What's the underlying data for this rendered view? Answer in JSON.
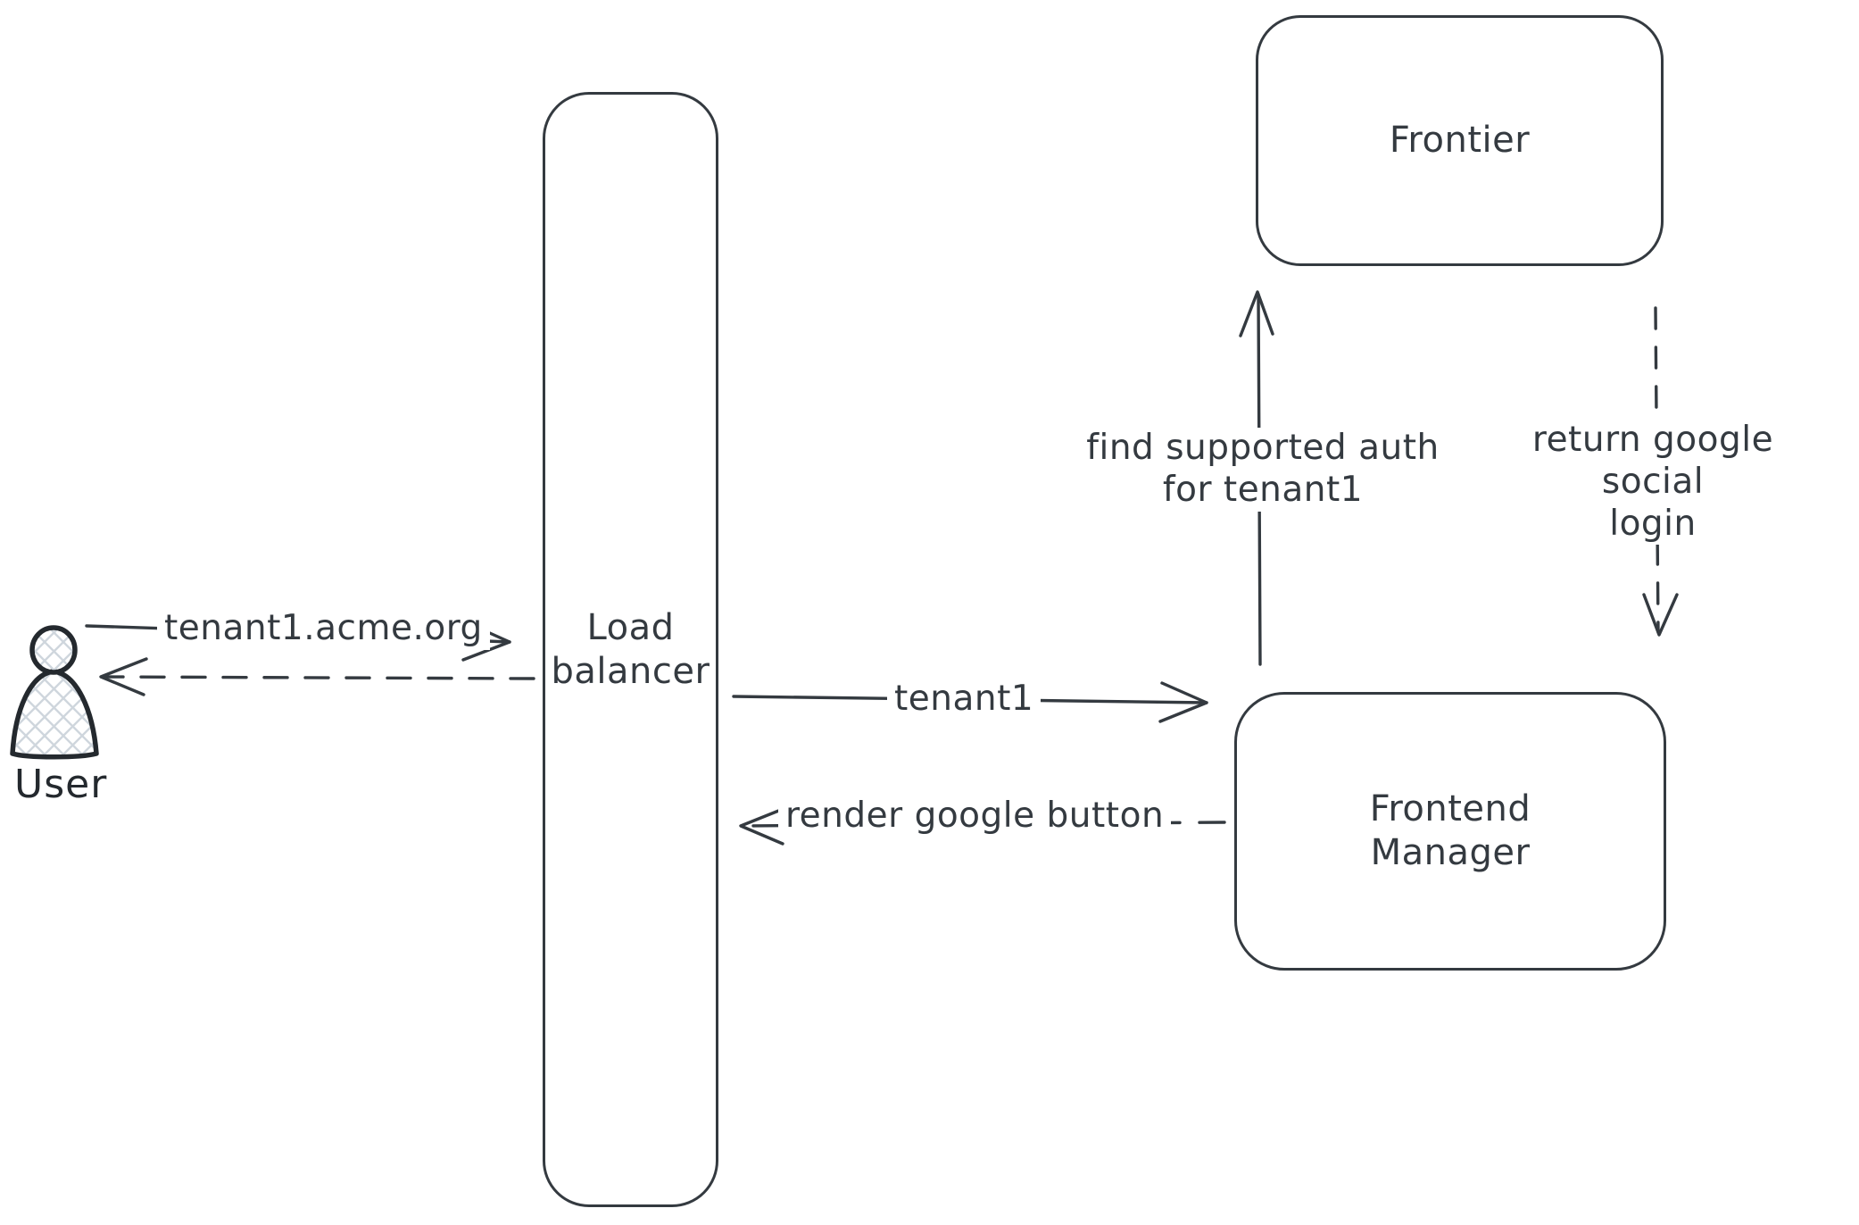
{
  "canvas": {
    "background": "#ffffff",
    "stroke_color": "#343a40",
    "user_hatch_color": "#cfd6dd"
  },
  "nodes": {
    "user": {
      "label": "User"
    },
    "load_balancer": {
      "line1": "Load",
      "line2": "balancer"
    },
    "frontier": {
      "label": "Frontier"
    },
    "frontend_manager": {
      "line1": "Frontend",
      "line2": "Manager"
    }
  },
  "edges": {
    "user_to_load_balancer": {
      "label": "tenant1.acme.org",
      "style": "solid",
      "direction": "right"
    },
    "load_balancer_to_user": {
      "style": "dashed",
      "direction": "left"
    },
    "load_balancer_to_frontend_manager": {
      "label": "tenant1",
      "style": "solid",
      "direction": "right"
    },
    "frontend_manager_to_load_balancer": {
      "label": "render google button",
      "style": "dashed",
      "direction": "left"
    },
    "frontend_manager_to_frontier": {
      "line1": "find supported auth",
      "line2": "for tenant1",
      "style": "solid",
      "direction": "up"
    },
    "frontier_to_frontend_manager": {
      "line1": "return google social",
      "line2": "login",
      "style": "dashed",
      "direction": "down"
    }
  }
}
